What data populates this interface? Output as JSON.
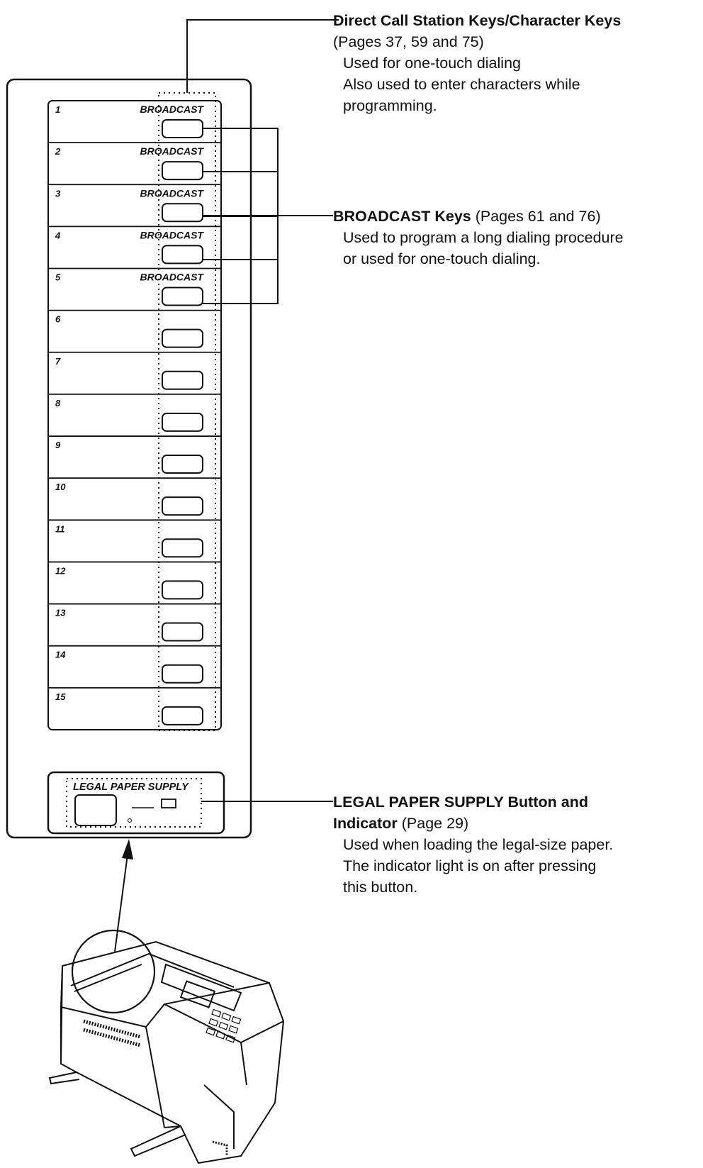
{
  "panel": {
    "keys": [
      {
        "number": "1",
        "label": "BROADCAST"
      },
      {
        "number": "2",
        "label": "BROADCAST"
      },
      {
        "number": "3",
        "label": "BROADCAST"
      },
      {
        "number": "4",
        "label": "BROADCAST"
      },
      {
        "number": "5",
        "label": "BROADCAST"
      },
      {
        "number": "6",
        "label": ""
      },
      {
        "number": "7",
        "label": ""
      },
      {
        "number": "8",
        "label": ""
      },
      {
        "number": "9",
        "label": ""
      },
      {
        "number": "10",
        "label": ""
      },
      {
        "number": "11",
        "label": ""
      },
      {
        "number": "12",
        "label": ""
      },
      {
        "number": "13",
        "label": ""
      },
      {
        "number": "14",
        "label": ""
      },
      {
        "number": "15",
        "label": ""
      }
    ],
    "legal_label": "LEGAL PAPER SUPPLY"
  },
  "callouts": {
    "direct_call": {
      "title": "Direct Call Station Keys/Character Keys",
      "pages": "(Pages 37, 59 and 75)",
      "desc1": "Used for one-touch dialing",
      "desc2": "Also used to enter characters while",
      "desc3": "programming."
    },
    "broadcast": {
      "title": "BROADCAST Keys",
      "pages": " (Pages 61 and 76)",
      "desc1": "Used to program a long dialing procedure",
      "desc2": "or used for one-touch dialing."
    },
    "legal": {
      "title1": "LEGAL PAPER SUPPLY Button and",
      "title2": "Indicator",
      "pages": " (Page 29)",
      "desc1": "Used when loading the legal-size paper.",
      "desc2": "The indicator light is on after pressing",
      "desc3": "this button."
    }
  },
  "colors": {
    "ink": "#111111",
    "background": "#ffffff"
  }
}
